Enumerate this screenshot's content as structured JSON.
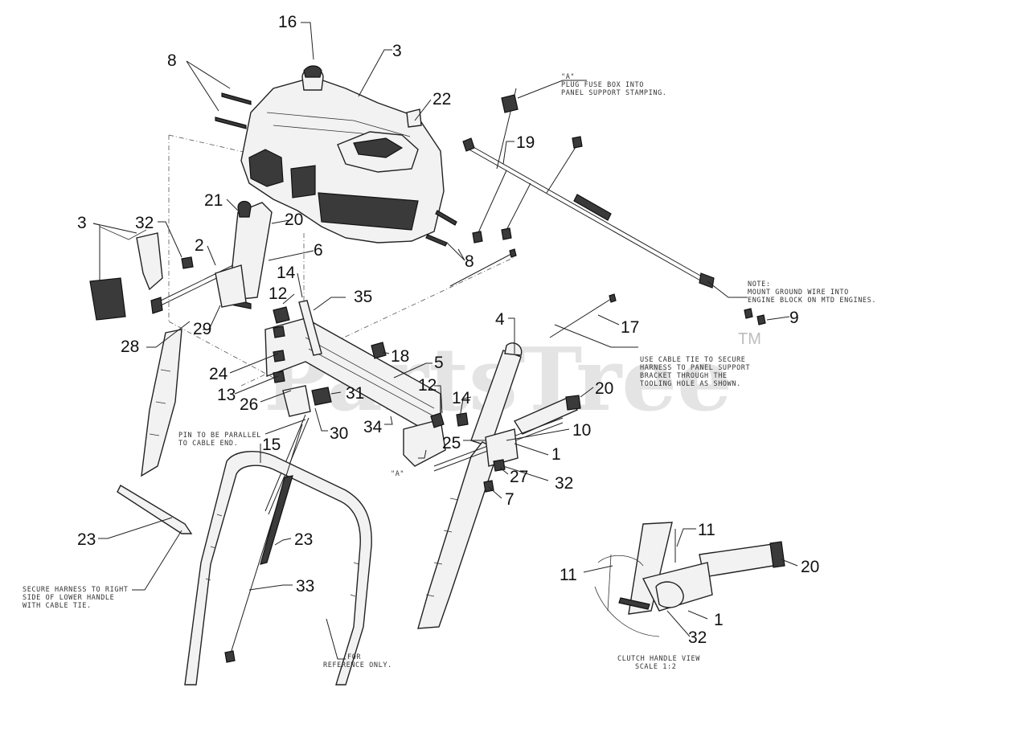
{
  "watermark": {
    "text": "PartsTree",
    "tm": "TM"
  },
  "notes": {
    "fuse_box": [
      "\"A\"",
      "PLUG FUSE BOX INTO",
      "PANEL SUPPORT STAMPING."
    ],
    "ground_wire": [
      "NOTE:",
      "MOUNT GROUND WIRE INTO",
      "ENGINE BLOCK ON MTD ENGINES."
    ],
    "cable_tie": [
      "USE CABLE TIE TO SECURE",
      "HARNESS TO PANEL SUPPORT",
      "BRACKET THROUGH THE",
      "TOOLING HOLE AS SHOWN."
    ],
    "pin_parallel": [
      "PIN TO BE PARALLEL",
      "TO CABLE END."
    ],
    "harness": [
      "SECURE HARNESS TO RIGHT",
      "SIDE OF LOWER HANDLE",
      "WITH CABLE TIE."
    ],
    "reference": [
      "FOR",
      "REFERENCE ONLY."
    ],
    "clutch": [
      "CLUTCH HANDLE VIEW",
      "SCALE 1:2"
    ],
    "a_mark": "\"A\""
  },
  "callouts": [
    {
      "id": "16a",
      "label": "16"
    },
    {
      "id": "3a",
      "label": "3"
    },
    {
      "id": "8a",
      "label": "8"
    },
    {
      "id": "22a",
      "label": "22"
    },
    {
      "id": "19a",
      "label": "19"
    },
    {
      "id": "21a",
      "label": "21"
    },
    {
      "id": "20a",
      "label": "20"
    },
    {
      "id": "3b",
      "label": "3"
    },
    {
      "id": "32a",
      "label": "32"
    },
    {
      "id": "2a",
      "label": "2"
    },
    {
      "id": "6a",
      "label": "6"
    },
    {
      "id": "8b",
      "label": "8"
    },
    {
      "id": "14a",
      "label": "14"
    },
    {
      "id": "12a",
      "label": "12"
    },
    {
      "id": "35a",
      "label": "35"
    },
    {
      "id": "9a",
      "label": "9"
    },
    {
      "id": "4a",
      "label": "4"
    },
    {
      "id": "17a",
      "label": "17"
    },
    {
      "id": "28a",
      "label": "28"
    },
    {
      "id": "29a",
      "label": "29"
    },
    {
      "id": "18a",
      "label": "18"
    },
    {
      "id": "5a",
      "label": "5"
    },
    {
      "id": "24a",
      "label": "24"
    },
    {
      "id": "12b",
      "label": "12"
    },
    {
      "id": "20b",
      "label": "20"
    },
    {
      "id": "13a",
      "label": "13"
    },
    {
      "id": "31a",
      "label": "31"
    },
    {
      "id": "14b",
      "label": "14"
    },
    {
      "id": "26a",
      "label": "26"
    },
    {
      "id": "34a",
      "label": "34"
    },
    {
      "id": "30a",
      "label": "30"
    },
    {
      "id": "10a",
      "label": "10"
    },
    {
      "id": "25a",
      "label": "25"
    },
    {
      "id": "15a",
      "label": "15"
    },
    {
      "id": "1a",
      "label": "1"
    },
    {
      "id": "27a",
      "label": "27"
    },
    {
      "id": "32b",
      "label": "32"
    },
    {
      "id": "7a",
      "label": "7"
    },
    {
      "id": "11a",
      "label": "11"
    },
    {
      "id": "23a",
      "label": "23"
    },
    {
      "id": "23b",
      "label": "23"
    },
    {
      "id": "20c",
      "label": "20"
    },
    {
      "id": "11b",
      "label": "11"
    },
    {
      "id": "33a",
      "label": "33"
    },
    {
      "id": "1b",
      "label": "1"
    },
    {
      "id": "32c",
      "label": "32"
    }
  ]
}
